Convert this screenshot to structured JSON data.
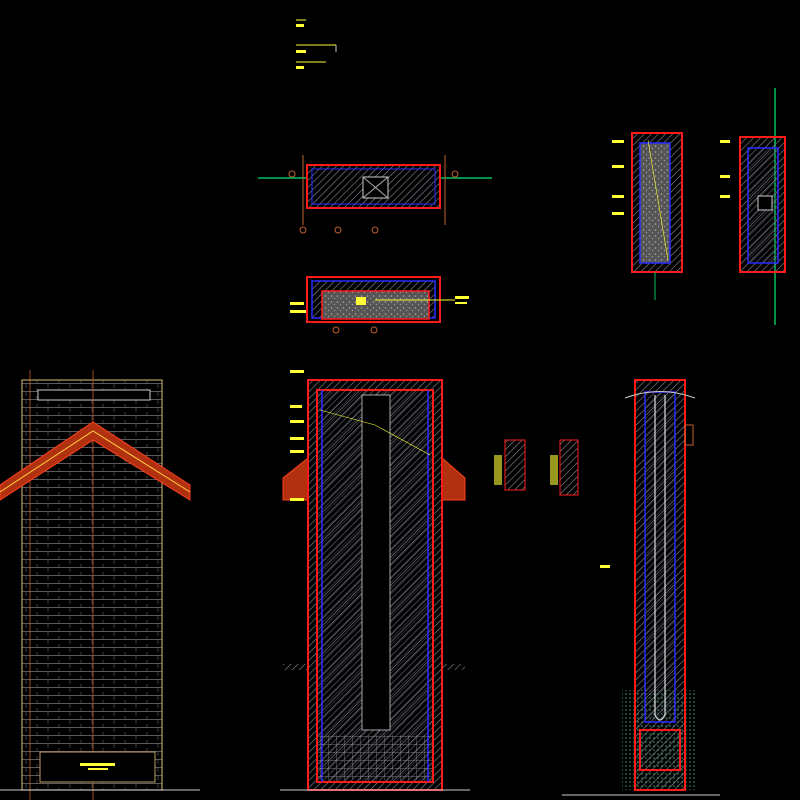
{
  "drawing": {
    "background": "#000000",
    "colors": {
      "wall_hatch": "#8a8a9a",
      "section_line": "#ff1a1a",
      "insulation": "#2b2bff",
      "annotation": "#ffff33",
      "axis": "#c06030",
      "grid_line": "#00c060",
      "brick": "#9a9a9a",
      "roof": "#ff4020"
    },
    "views": [
      "elevation",
      "vertical-section",
      "plan-top",
      "plan-lower",
      "detail-right-a",
      "detail-right-b",
      "side-section",
      "small-details"
    ]
  }
}
